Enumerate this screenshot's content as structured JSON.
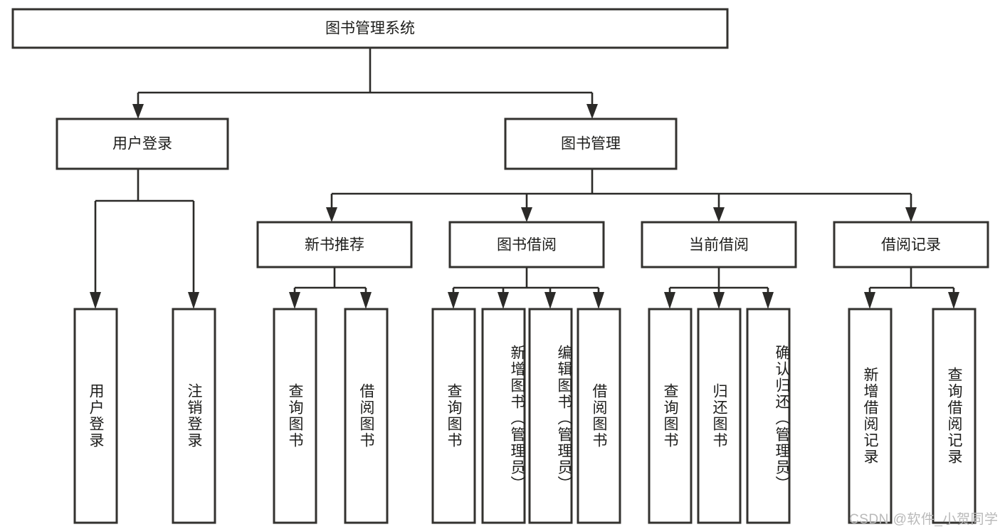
{
  "diagram": {
    "title": "图书管理系统",
    "watermark": "CSDN @软件_小贺同学",
    "colors": {
      "box_stroke": "#33322f",
      "connector": "#2b2a28",
      "text": "#1d1d1b",
      "background": "#ffffff",
      "watermark": "#b9b9b9"
    },
    "nodes": {
      "root": {
        "label": "图书管理系统"
      },
      "level2": [
        {
          "label": "用户登录"
        },
        {
          "label": "图书管理"
        }
      ],
      "level3": [
        {
          "label": "新书推荐"
        },
        {
          "label": "图书借阅"
        },
        {
          "label": "当前借阅"
        },
        {
          "label": "借阅记录"
        }
      ],
      "leaves": {
        "user_login": [
          {
            "label": "用户登录"
          },
          {
            "label": "注销登录"
          }
        ],
        "new_book_recommend": [
          {
            "label": "查询图书"
          },
          {
            "label": "借阅图书"
          }
        ],
        "book_borrow": [
          {
            "label": "查询图书"
          },
          {
            "label": "新增图书（管理员）"
          },
          {
            "label": "编辑图书（管理员）"
          },
          {
            "label": "借阅图书"
          }
        ],
        "current_borrow": [
          {
            "label": "查询图书"
          },
          {
            "label": "归还图书"
          },
          {
            "label": "确认归还（管理员）"
          }
        ],
        "borrow_record": [
          {
            "label": "新增借阅记录"
          },
          {
            "label": "查询借阅记录"
          }
        ]
      }
    }
  }
}
